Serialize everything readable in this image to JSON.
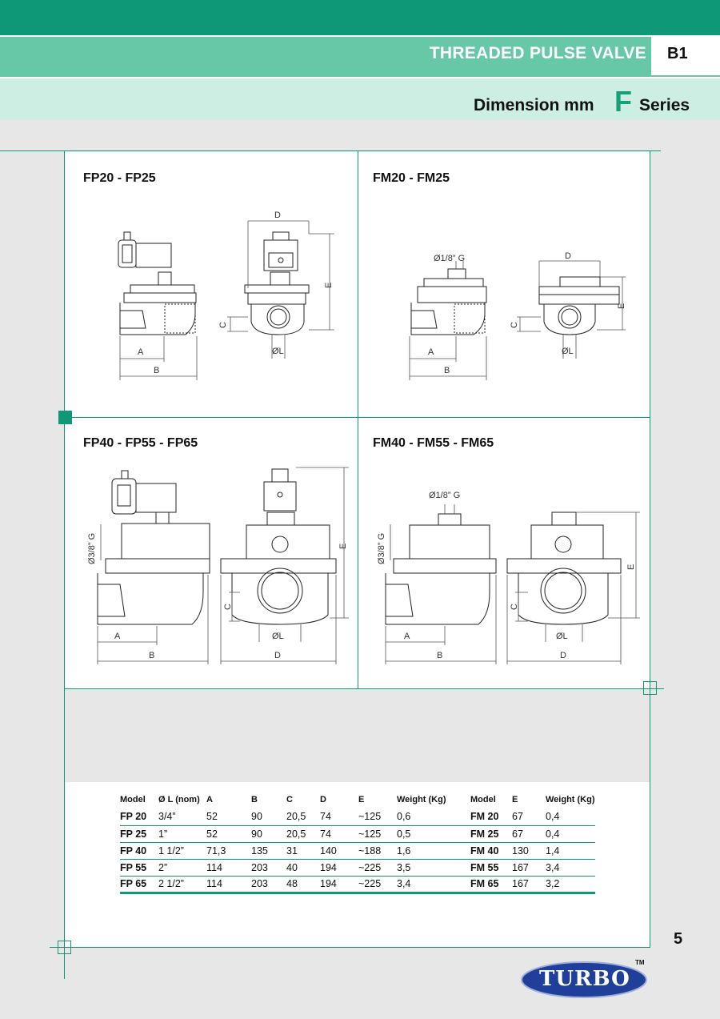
{
  "header": {
    "title": "THREADED PULSE VALVE",
    "section_code": "B1",
    "subtitle": "Dimension mm",
    "series_letter": "F",
    "series_word": "Series"
  },
  "panels": [
    {
      "title": "FP20 - FP25",
      "labels": {
        "d": "D",
        "e": "E",
        "c": "C",
        "a": "A",
        "b": "B",
        "l": "ØL"
      }
    },
    {
      "title": "FM20 - FM25",
      "labels": {
        "port": "Ø1/8” G",
        "d": "D",
        "e": "E",
        "c": "C",
        "a": "A",
        "b": "B",
        "l": "ØL"
      }
    },
    {
      "title": "FP40 - FP55 - FP65",
      "labels": {
        "port": "Ø3/8” G",
        "e": "E",
        "c": "C",
        "a": "A",
        "b": "B",
        "l": "ØL",
        "d": "D"
      }
    },
    {
      "title": "FM40 - FM55 - FM65",
      "labels": {
        "port": "Ø1/8” G",
        "port_side": "Ø3/8” G",
        "e": "E",
        "c": "C",
        "a": "A",
        "b": "B",
        "l": "ØL",
        "d": "D"
      }
    }
  ],
  "table": {
    "headers": [
      "Model",
      "Ø L (nom)",
      "A",
      "B",
      "C",
      "D",
      "E",
      "Weight (Kg)",
      "Model",
      "E",
      "Weight (Kg)"
    ],
    "rows": [
      [
        "FP 20",
        "3/4”",
        "52",
        "90",
        "20,5",
        "74",
        "~125",
        "0,6",
        "FM 20",
        "67",
        "0,4"
      ],
      [
        "FP 25",
        "1”",
        "52",
        "90",
        "20,5",
        "74",
        "~125",
        "0,5",
        "FM 25",
        "67",
        "0,4"
      ],
      [
        "FP 40",
        "1 1/2”",
        "71,3",
        "135",
        "31",
        "140",
        "~188",
        "1,6",
        "FM 40",
        "130",
        "1,4"
      ],
      [
        "FP 55",
        "2”",
        "114",
        "203",
        "40",
        "194",
        "~225",
        "3,5",
        "FM 55",
        "167",
        "3,4"
      ],
      [
        "FP 65",
        "2 1/2”",
        "114",
        "203",
        "48",
        "194",
        "~225",
        "3,4",
        "FM 65",
        "167",
        "3,2"
      ]
    ]
  },
  "page_number": "5",
  "logo": {
    "text": "TURBO",
    "trademark": "TM"
  },
  "colors": {
    "brand_green": "#0e9878",
    "mid_green": "#67c8a8",
    "light_green": "#cdeee2"
  }
}
